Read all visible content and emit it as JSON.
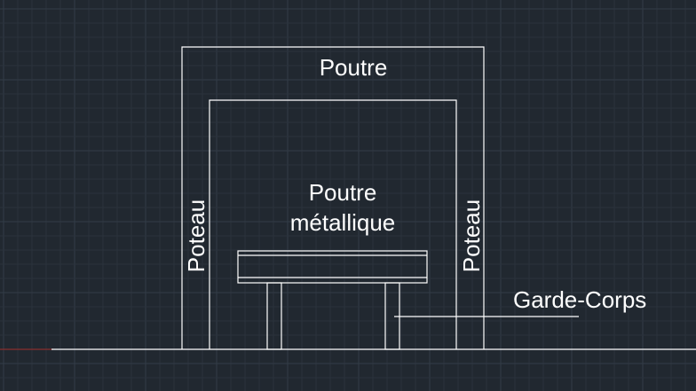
{
  "labels": {
    "top_beam": "Poutre",
    "inner_beam_line1": "Poutre",
    "inner_beam_line2": "métallique",
    "left_post": "Poteau",
    "right_post": "Poteau",
    "railing": "Garde-Corps"
  },
  "colors": {
    "background": "#212830",
    "grid_minor": "#2a323c",
    "grid_major": "#333c47",
    "lines": "#ffffff",
    "red_axis": "#8a2e2e"
  }
}
